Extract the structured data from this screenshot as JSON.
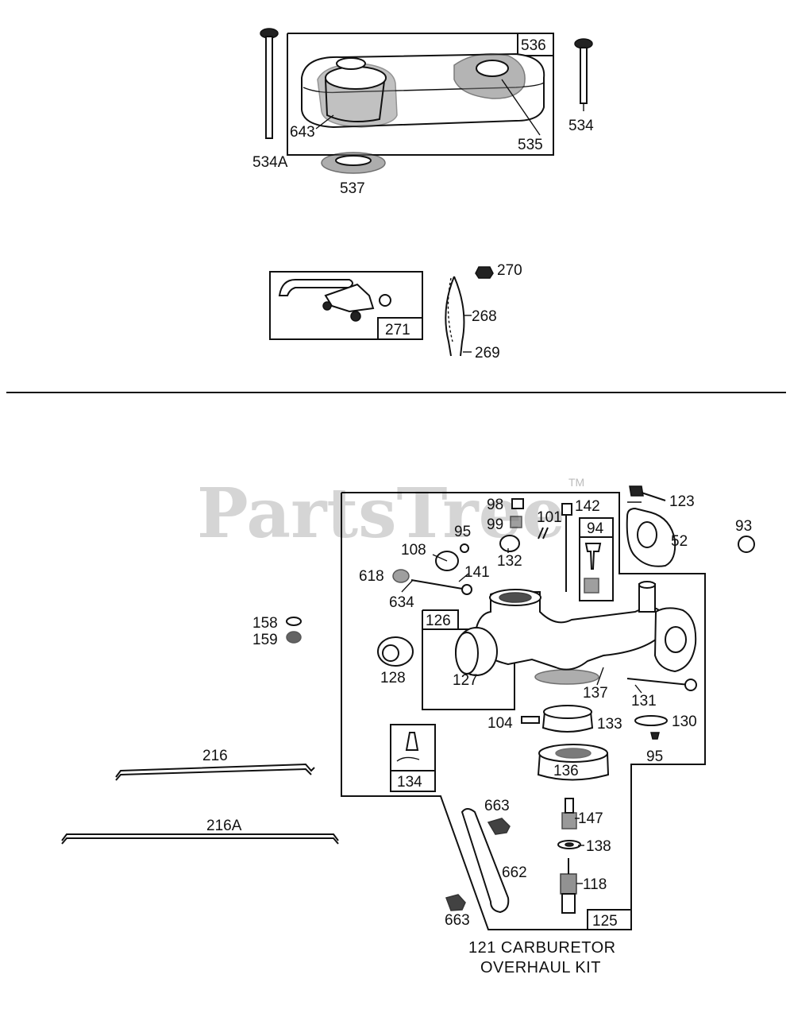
{
  "watermark": {
    "text": "PartsTree",
    "tm": "TM"
  },
  "labels": {
    "p536": "536",
    "p534": "534",
    "p534A": "534A",
    "p643": "643",
    "p535": "535",
    "p537": "537",
    "p270": "270",
    "p268": "268",
    "p269": "269",
    "p271": "271",
    "p98": "98",
    "p99": "99",
    "p142": "142",
    "p101": "101",
    "p94": "94",
    "p95a": "95",
    "p108": "108",
    "p132": "132",
    "p141": "141",
    "p618": "618",
    "p634": "634",
    "p123": "123",
    "p52": "52",
    "p93": "93",
    "p158": "158",
    "p159": "159",
    "p126": "126",
    "p128": "128",
    "p127": "127",
    "p137": "137",
    "p131": "131",
    "p104": "104",
    "p133": "133",
    "p130": "130",
    "p95b": "95",
    "p136": "136",
    "p134": "134",
    "p216": "216",
    "p216A": "216A",
    "p663a": "663",
    "p147": "147",
    "p138": "138",
    "p662": "662",
    "p118": "118",
    "p663b": "663",
    "p125": "125"
  },
  "caption": {
    "line1": "121 CARBURETOR",
    "line2": "OVERHAUL KIT"
  }
}
